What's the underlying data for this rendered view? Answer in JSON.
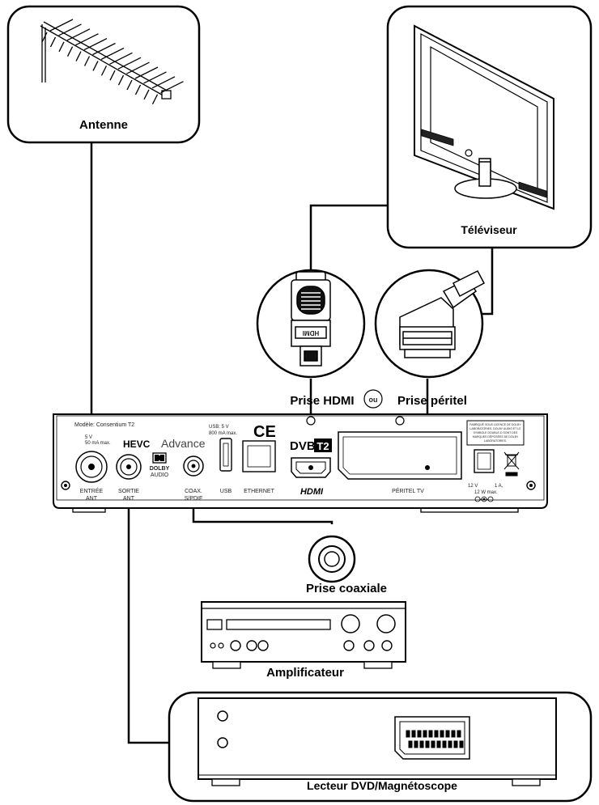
{
  "labels": {
    "antenna": "Antenne",
    "tv": "Téléviseur",
    "hdmi_plug": "Prise HDMI",
    "or": "ou",
    "scart_plug": "Prise péritel",
    "coax_plug": "Prise coaxiale",
    "amplifier": "Amplificateur",
    "dvd": "Lecteur DVD/Magnétoscope"
  },
  "panel": {
    "model": "Modèle: Consentium T2",
    "usb_power_1": "USB: 5 V",
    "usb_power_2": "800 mA max.",
    "ant_power_1": "5 V",
    "ant_power_2": "50 mA max.",
    "ce": "CE",
    "hevc_logo": "HEVC",
    "hevc_advance": "Advance",
    "dolby_1": "DOLBY",
    "dolby_2": "AUDIO",
    "dvb": "DVB",
    "t2": "T2",
    "dolby_notice": [
      "FABRIQUÉ SOUS LICENCE DE DOLBY",
      "LABORATORIES. DOLBY AUDIO ET LE",
      "SYMBOLE DOUBLE-D SONT DES",
      "MARQUES DÉPOSÉES DE DOLBY",
      "LABORATORIES."
    ],
    "ports": {
      "ant_in_1": "ENTRÉE",
      "ant_in_2": "ANT",
      "ant_out_1": "SORTIE",
      "ant_out_2": "ANT",
      "coax_1": "COAX.",
      "coax_2": "S/PDIF",
      "usb": "USB",
      "ethernet": "ETHERNET",
      "hdmi": "HDMI",
      "scart": "PÉRITEL TV",
      "power_1": "12 V",
      "power_2": "1 A,",
      "power_3": "12 W max."
    }
  },
  "hdmi_connector_text": "HDMI"
}
